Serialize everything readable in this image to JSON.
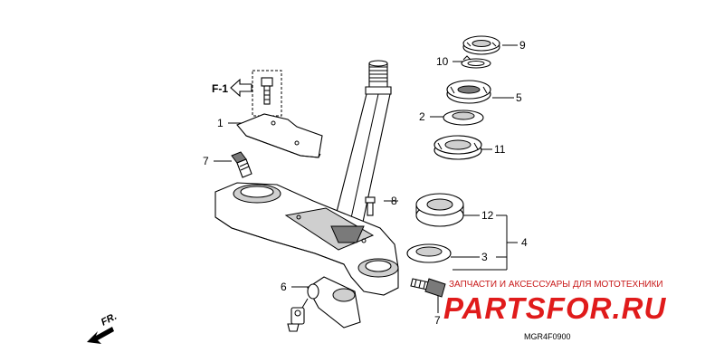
{
  "diagram": {
    "callouts": [
      {
        "id": "c1",
        "text": "1"
      },
      {
        "id": "c2",
        "text": "2"
      },
      {
        "id": "c3",
        "text": "3"
      },
      {
        "id": "c4",
        "text": "4"
      },
      {
        "id": "c5",
        "text": "5"
      },
      {
        "id": "c6",
        "text": "6"
      },
      {
        "id": "c7a",
        "text": "7"
      },
      {
        "id": "c7b",
        "text": "7"
      },
      {
        "id": "c8",
        "text": "8"
      },
      {
        "id": "c9",
        "text": "9"
      },
      {
        "id": "c10",
        "text": "10"
      },
      {
        "id": "c11",
        "text": "11"
      },
      {
        "id": "c12",
        "text": "12"
      }
    ],
    "frame_ref": "F-1",
    "front_label": "FR.",
    "drawing_code": "MGR4F0900"
  },
  "watermark": {
    "tagline": "ЗАПЧАСТИ И АКСЕССУАРЫ ДЛЯ МОТОТЕХНИКИ",
    "brand": "PARTSFOR.RU",
    "color": "#e01b1b"
  }
}
